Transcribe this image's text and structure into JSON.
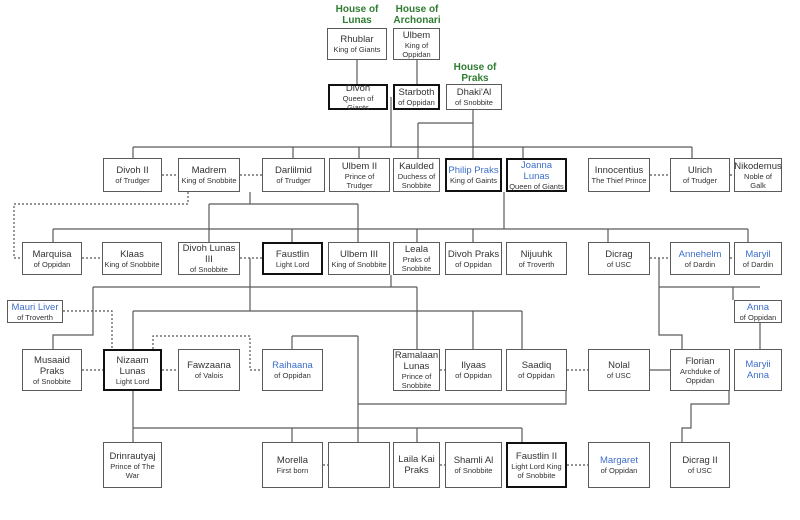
{
  "houses": {
    "lunas": "House of Lunas",
    "archonari": "House of Archonari",
    "praks": "House of Praks"
  },
  "nodes": {
    "rhublar": {
      "name": "Rhublar",
      "title": "King of Giants"
    },
    "ulbem": {
      "name": "Ulbem",
      "title": "King of Oppidan"
    },
    "divoh": {
      "name": "Divoh",
      "title": "Queen of Giants"
    },
    "starboth": {
      "name": "Starboth",
      "title": "of Oppidan"
    },
    "dhaki": {
      "name": "Dhaki'Al",
      "title": "of Snobbite"
    },
    "divoh2": {
      "name": "Divoh II",
      "title": "of Trudger"
    },
    "madrem": {
      "name": "Madrem",
      "title": "King of Snobbite"
    },
    "darlilmid": {
      "name": "Darlilmid",
      "title": "of Trudger"
    },
    "ulbem2": {
      "name": "Ulbem II",
      "title": "Prince of Trudger"
    },
    "kaulded": {
      "name": "Kaulded",
      "title": "Duchess of Snobbite"
    },
    "philip": {
      "name": "Philip Praks",
      "title": "King of Gaints"
    },
    "joanna": {
      "name": "Joanna Lunas",
      "title": "Queen of Giants"
    },
    "innocentius": {
      "name": "Innocentius",
      "title": "The Thief Prince"
    },
    "ulrich": {
      "name": "Ulrich",
      "title": "of Trudger"
    },
    "nikodemus": {
      "name": "Nikodemus",
      "title": "Noble of Galk"
    },
    "marquisa": {
      "name": "Marquisa",
      "title": "of Oppidan"
    },
    "klaas": {
      "name": "Klaas",
      "title": "King of Snobbite"
    },
    "divoh3": {
      "name": "Divoh Lunas III",
      "title": "of Snobbite"
    },
    "faustlin": {
      "name": "Faustlin",
      "title": "Light Lord"
    },
    "ulbem3": {
      "name": "Ulbem III",
      "title": "King of Snobbite"
    },
    "leala": {
      "name": "Leala",
      "title": "Praks of Snobbite"
    },
    "divohpraks": {
      "name": "Divoh Praks",
      "title": "of Oppidan"
    },
    "nijuuhk": {
      "name": "Nijuuhk",
      "title": "of Troverth"
    },
    "dicrag": {
      "name": "Dicrag",
      "title": "of USC"
    },
    "annehelm": {
      "name": "Annehelm",
      "title": "of Dardin"
    },
    "maryil": {
      "name": "Maryil",
      "title": "of Dardin"
    },
    "mauri": {
      "name": "Mauri Liver",
      "title": "of Troverth"
    },
    "anna": {
      "name": "Anna",
      "title": "of Oppidan"
    },
    "musaaid": {
      "name": "Musaaid Praks",
      "title": "of Snobbite"
    },
    "nizaam": {
      "name": "Nizaam Lunas",
      "title": "Light Lord"
    },
    "fawzaana": {
      "name": "Fawzaana",
      "title": "of Valois"
    },
    "raihaana": {
      "name": "Raihaana",
      "title": "of Oppidan"
    },
    "ramalaan": {
      "name": "Ramalaan Lunas",
      "title": "Prince of Snobbite"
    },
    "ilyaas": {
      "name": "Ilyaas",
      "title": "of Oppidan"
    },
    "saadiq": {
      "name": "Saadiq",
      "title": "of Oppidan"
    },
    "nolal": {
      "name": "Nolal",
      "title": "of USC"
    },
    "florian": {
      "name": "Florian",
      "title": "Archduke of Oppidan"
    },
    "maryii": {
      "name": "Maryii Anna",
      "title": ""
    },
    "drin": {
      "name": "Drinrautyaj",
      "title": "Prince of The War"
    },
    "morella": {
      "name": "Morella",
      "title": "First born"
    },
    "empty": {
      "name": "",
      "title": ""
    },
    "laila": {
      "name": "Laila Kai Praks",
      "title": ""
    },
    "shamli": {
      "name": "Shamli Al",
      "title": "of Snobbite"
    },
    "faustlin2": {
      "name": "Faustlin II",
      "title": "Light Lord King of Snobbite"
    },
    "margaret": {
      "name": "Margaret",
      "title": "of Oppidan"
    },
    "dicrag2": {
      "name": "Dicrag II",
      "title": "of USC"
    }
  },
  "colors": {
    "house": "#2e7d32",
    "blue_name": "#3d6ec9",
    "line": "#5a5a5a"
  }
}
